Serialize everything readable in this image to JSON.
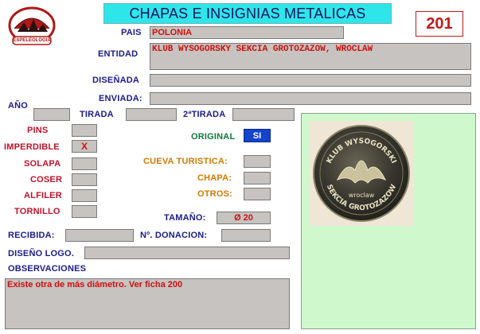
{
  "header": {
    "title": "CHAPAS E INSIGNIAS METALICAS",
    "number": "201",
    "logo_text": "ESPELEOLOGIA"
  },
  "fields": {
    "pais_label": "PAIS",
    "pais_value": "POLONIA",
    "entidad_label": "ENTIDAD",
    "entidad_value": "KLUB WYSOGORSKY SEKCIA GROTOZAZOW, WROCLAW",
    "disenada_label": "DISEÑADA",
    "disenada_value": "",
    "enviada_label": "ENVIADA:",
    "enviada_value": "",
    "ano_label": "AÑO",
    "ano_value": "",
    "tirada_label": "TIRADA",
    "tirada_value": "",
    "tirada2_label": "2ªTIRADA",
    "tirada2_value": "",
    "original_label": "ORIGINAL",
    "original_value": "SI",
    "pins_label": "PINS",
    "pins_value": "",
    "imperdible_label": "IMPERDIBLE",
    "imperdible_value": "X",
    "solapa_label": "SOLAPA",
    "solapa_value": "",
    "coser_label": "COSER",
    "coser_value": "",
    "alfiler_label": "ALFILER",
    "alfiler_value": "",
    "tornillo_label": "TORNILLO",
    "tornillo_value": "",
    "cueva_label": "CUEVA TURISTICA:",
    "cueva_value": "",
    "chapa_label": "CHAPA:",
    "chapa_value": "",
    "otros_label": "OTROS:",
    "otros_value": "",
    "tamano_label": "TAMAÑO:",
    "tamano_value": "Ø 20",
    "recibida_label": "RECIBIDA:",
    "recibida_value": "",
    "donacion_label": "Nº. DONACION:",
    "donacion_value": "",
    "diseno_logo_label": "DISEÑO LOGO.",
    "diseno_logo_value": "",
    "observaciones_label": "OBSERVACIONES",
    "observaciones_value": "Existe otra de más diámetro. Ver ficha 200"
  },
  "photo": {
    "alt": "badge photo",
    "badge_text_top": "KLUB WYSOGORSKI",
    "badge_text_bottom": "SEKCIA GROTOZAZOW",
    "badge_center": "wroclaw"
  },
  "colors": {
    "title_bg": "#2ee6ea",
    "number": "#c21a1a",
    "label_blue": "#1b1b8a",
    "value_red": "#d01010",
    "field_gray": "#c6c3c0",
    "photo_panel": "#cff8cc",
    "original_badge": "#1444cc"
  }
}
